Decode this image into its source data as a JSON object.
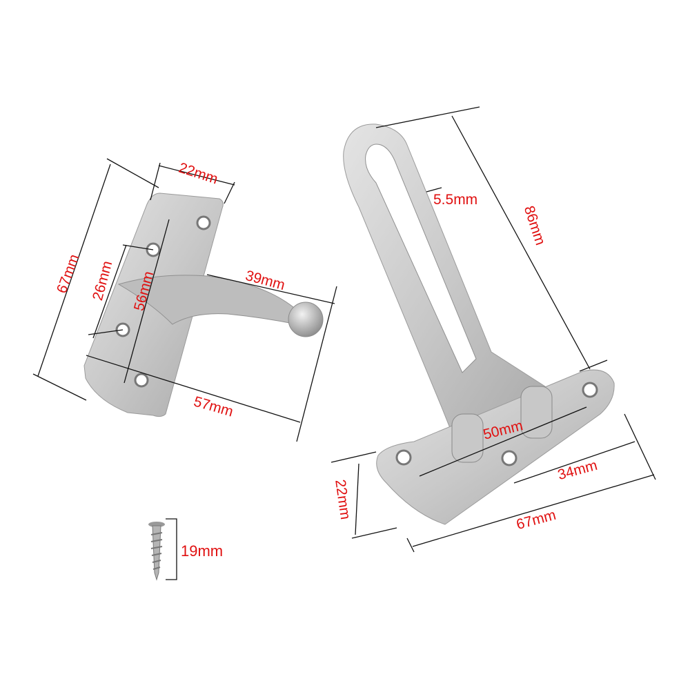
{
  "label_color": "#e01010",
  "left_part": {
    "dimensions": {
      "plate_width": "22mm",
      "plate_height": "67mm",
      "hole_spacing_small": "26mm",
      "hole_spacing_large": "56mm",
      "arm_length": "39mm",
      "total_length": "57mm"
    }
  },
  "right_part": {
    "dimensions": {
      "slot_width": "5.5mm",
      "arm_length": "86mm",
      "pivot_spacing": "50mm",
      "hole_offset": "34mm",
      "base_width": "22mm",
      "base_length": "67mm"
    }
  },
  "screw": {
    "dimensions": {
      "length": "19mm"
    }
  }
}
